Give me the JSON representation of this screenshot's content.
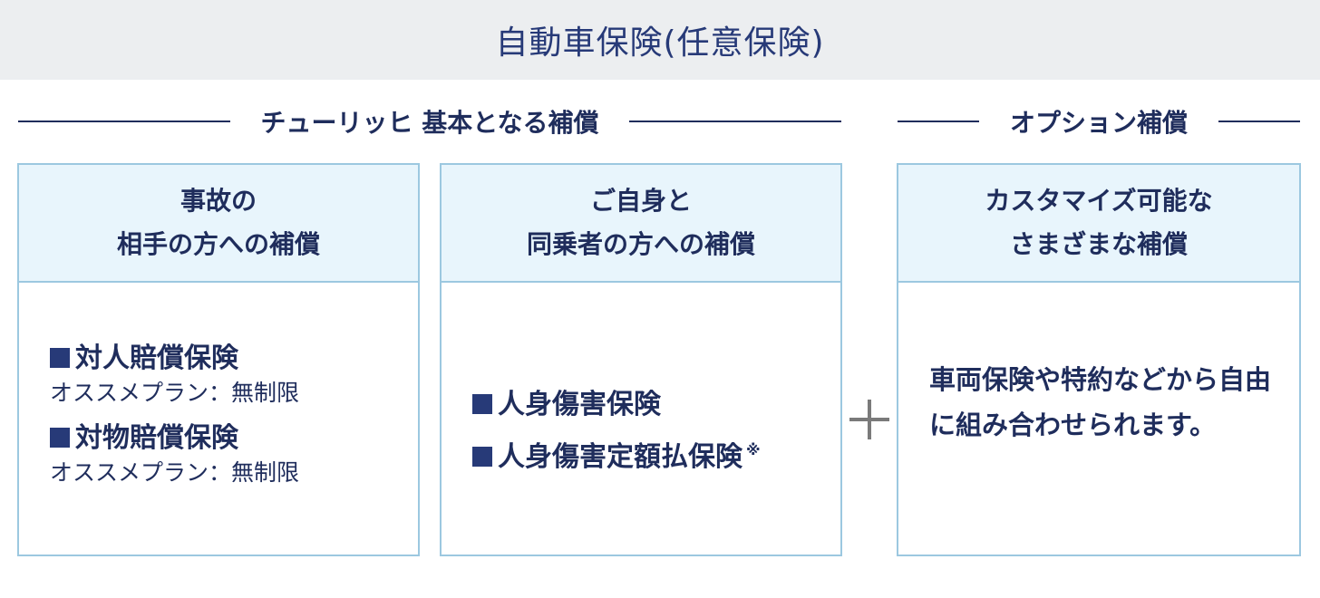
{
  "header": {
    "title": "自動車保険(任意保険)"
  },
  "sections": {
    "basic_label": "チューリッヒ 基本となる補償",
    "option_label": "オプション補償"
  },
  "cards": {
    "third_party": {
      "heading_line1": "事故の",
      "heading_line2": "相手の方への補償",
      "items": [
        {
          "title": "対人賠償保険",
          "sub": "オススメプラン：無制限"
        },
        {
          "title": "対物賠償保険",
          "sub": "オススメプラン：無制限"
        }
      ]
    },
    "self": {
      "heading_line1": "ご自身と",
      "heading_line2": "同乗者の方への補償",
      "items": [
        {
          "title": "人身傷害保険"
        },
        {
          "title": "人身傷害定額払保険",
          "note": "※"
        }
      ]
    },
    "option": {
      "heading_line1": "カスタマイズ可能な",
      "heading_line2": "さまざまな補償",
      "body": "車両保険や特約などから自由に組み合わせられます。"
    }
  },
  "colors": {
    "navy": "#1f2d5c",
    "card_border": "#9cc8e0",
    "card_head_bg": "#e8f5fc",
    "banner_bg": "#eceef0"
  },
  "icons": {
    "square_bullet": "square-bullet-icon",
    "plus": "plus-icon"
  }
}
